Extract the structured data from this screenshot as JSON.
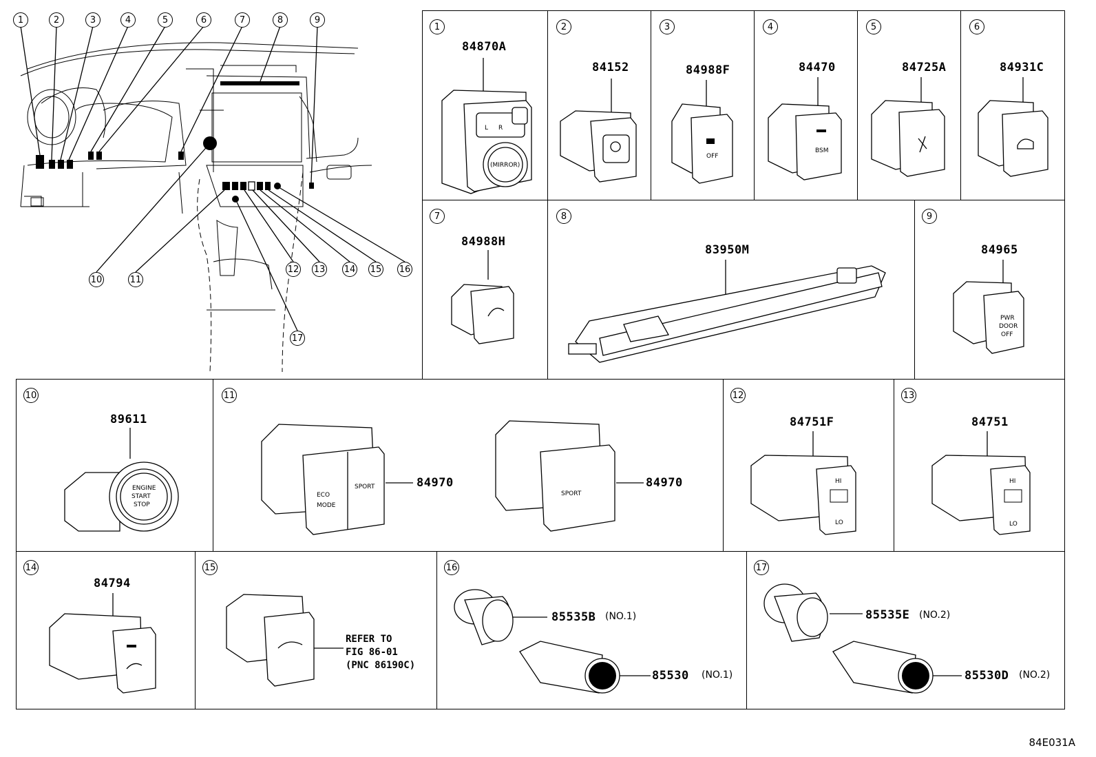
{
  "overview": {
    "callouts": [
      "1",
      "2",
      "3",
      "4",
      "5",
      "6",
      "7",
      "8",
      "9",
      "10",
      "11",
      "12",
      "13",
      "14",
      "15",
      "16",
      "17"
    ]
  },
  "cells": [
    {
      "num": "1",
      "part": "84870A",
      "labels": [
        "L",
        "R",
        "MIRROR"
      ]
    },
    {
      "num": "2",
      "part": "84152"
    },
    {
      "num": "3",
      "part": "84988F",
      "labels": [
        "OFF"
      ]
    },
    {
      "num": "4",
      "part": "84470",
      "labels": [
        "BSM"
      ]
    },
    {
      "num": "5",
      "part": "84725A"
    },
    {
      "num": "6",
      "part": "84931C"
    },
    {
      "num": "7",
      "part": "84988H"
    },
    {
      "num": "8",
      "part": "83950M"
    },
    {
      "num": "9",
      "part": "84965",
      "labels": [
        "PWR",
        "DOOR",
        "OFF"
      ]
    },
    {
      "num": "10",
      "part": "89611",
      "labels": [
        "ENGINE",
        "START",
        "STOP"
      ]
    },
    {
      "num": "11",
      "part_a": "84970",
      "part_b": "84970",
      "labels": [
        "ECO",
        "MODE",
        "SPORT",
        "SPORT"
      ]
    },
    {
      "num": "12",
      "part": "84751F",
      "labels": [
        "HI",
        "LO"
      ]
    },
    {
      "num": "13",
      "part": "84751",
      "labels": [
        "HI",
        "LO"
      ]
    },
    {
      "num": "14",
      "part": "84794"
    },
    {
      "num": "15",
      "refer": "REFER TO\nFIG 86-01\n(PNC 86190C)"
    },
    {
      "num": "16",
      "part_a": "85535B",
      "note_a": "(NO.1)",
      "part_b": "85530",
      "note_b": "(NO.1)"
    },
    {
      "num": "17",
      "part_a": "85535E",
      "note_a": "(NO.2)",
      "part_b": "85530D",
      "note_b": "(NO.2)"
    }
  ],
  "figure_code": "84E031A"
}
